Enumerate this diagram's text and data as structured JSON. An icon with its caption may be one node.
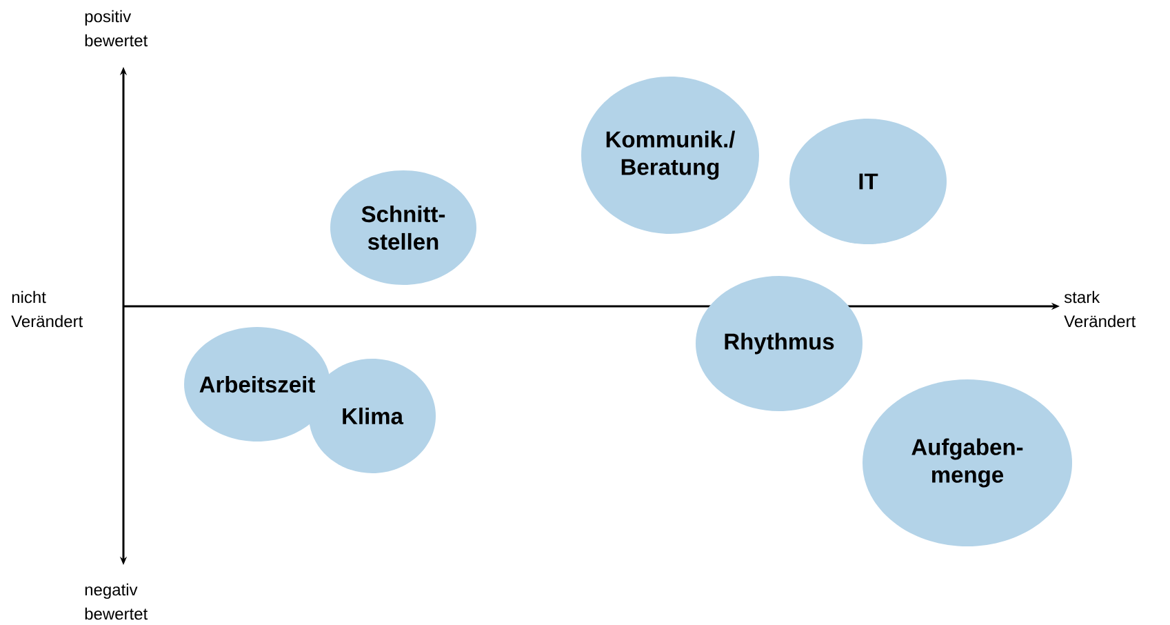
{
  "diagram": {
    "nodes": [
      {
        "text": [
          "Schnitt- stellen"
        ]
      },
      {
        "text": [
          "Kommunik./ Beratung"
        ]
      },
      {
        "text": [
          "IT"
        ]
      },
      {
        "text": [
          "Rhythmus"
        ]
      },
      {
        "text": [
          "Arbeitszeit"
        ]
      },
      {
        "text": [
          "Klima"
        ]
      },
      {
        "text": [
          "Aufgaben- menge"
        ]
      }
    ],
    "labels": [
      "positiv bewertet",
      "nicht Verändert",
      "stark Verändert",
      "negativ bewertet"
    ]
  }
}
